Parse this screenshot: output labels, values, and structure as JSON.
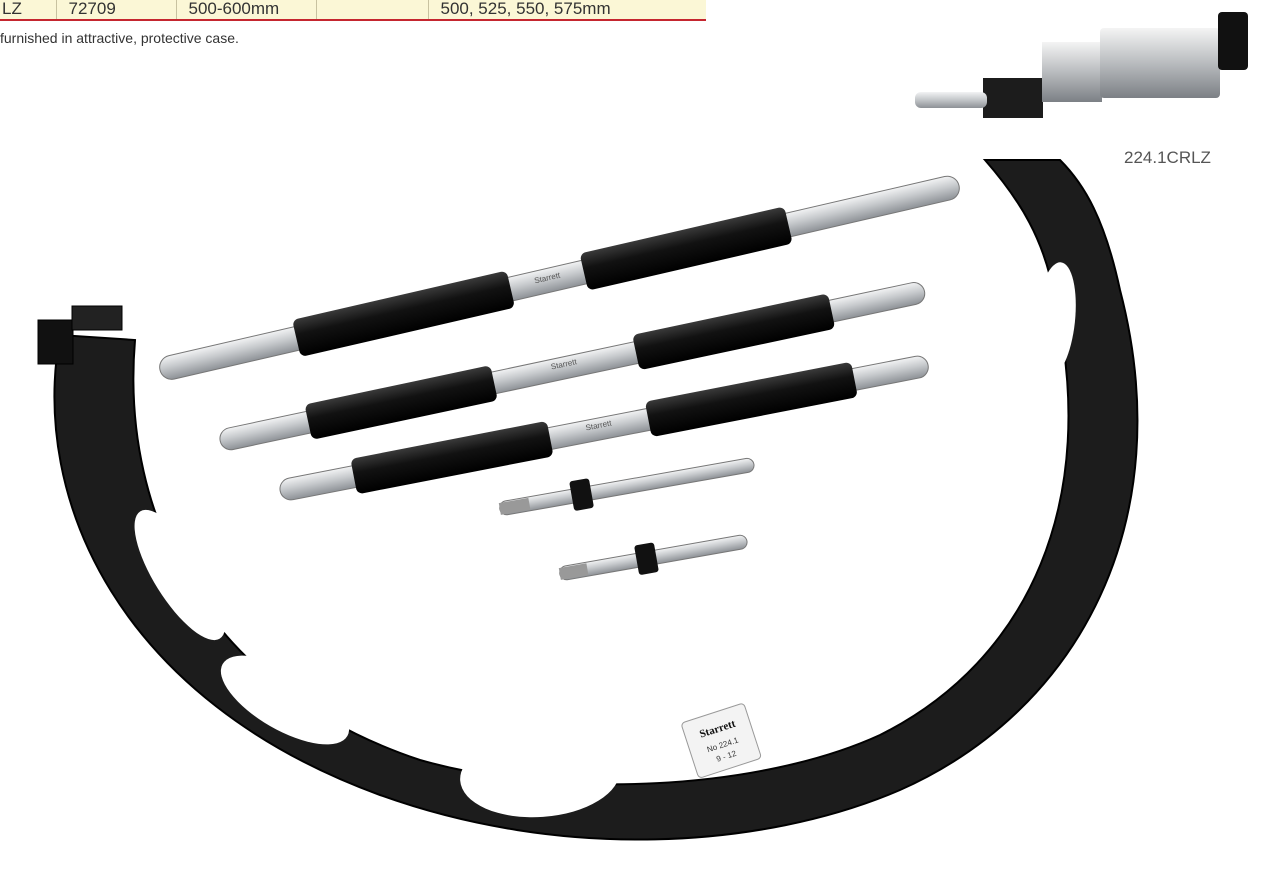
{
  "spec_row": {
    "cells": [
      "LZ",
      "72709",
      "500-600mm",
      "",
      "500, 525, 550, 575mm"
    ]
  },
  "note": "furnished in attractive, protective case.",
  "product": {
    "model_label": "224.1CRLZ",
    "brand_badge": "Starrett",
    "badge_line2": "No 224.1",
    "badge_line3": "9 - 12",
    "rod_brand": "Starrett"
  },
  "colors": {
    "table_bg": "#fbf7d6",
    "accent_rule": "#c5262f",
    "frame": "#1b1b1b",
    "steel": "#c9ccd0"
  }
}
